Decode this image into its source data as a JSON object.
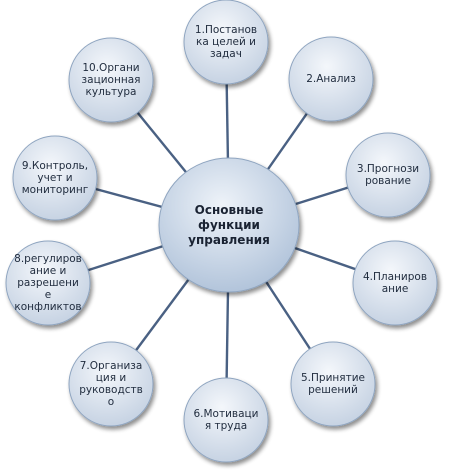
{
  "center": {
    "label": "Основные\nфункции\nуправления"
  },
  "nodes": [
    {
      "id": 1,
      "label": "1.Постанов\nка целей и\nзадач"
    },
    {
      "id": 2,
      "label": "2.Анализ"
    },
    {
      "id": 3,
      "label": "3.Прогнози\nрование"
    },
    {
      "id": 4,
      "label": "4.Планиров\nание"
    },
    {
      "id": 5,
      "label": "5.Принятие\nрешений"
    },
    {
      "id": 6,
      "label": "6.Мотиваци\nя труда"
    },
    {
      "id": 7,
      "label": "7.Организа\nция и\nруководств\nо"
    },
    {
      "id": 8,
      "label": "8.регулиров\nание и\nразрешени\nе\nконфликтов"
    },
    {
      "id": 9,
      "label": "9.Контроль,\nучет и\nмониторинг"
    },
    {
      "id": 10,
      "label": "10.Органи\nзационная\nкультура"
    }
  ],
  "colors": {
    "node_fill_top": "#f4f7fb",
    "node_fill_bottom": "#c3d0e1",
    "node_stroke": "#8fa5c0",
    "center_fill_top": "#eef3f9",
    "center_fill_bottom": "#a9bdd6",
    "connector": "#4a6183"
  }
}
